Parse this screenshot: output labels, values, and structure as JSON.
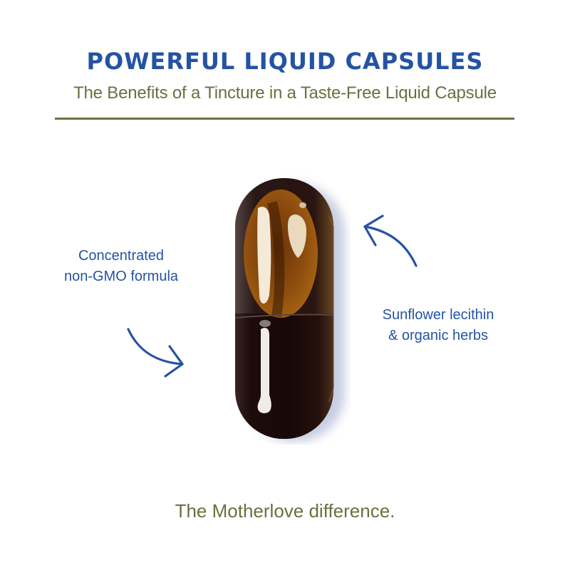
{
  "header": {
    "title": "POWERFUL LIQUID CAPSULES",
    "subtitle": "The Benefits of a Tincture in a Taste-Free Liquid Capsule"
  },
  "callouts": {
    "left": {
      "line1": "Concentrated",
      "line2": "non-GMO formula",
      "arrow_icon": "curved-arrow-right-down-icon"
    },
    "right": {
      "line1": "Sunflower lecithin",
      "line2": "& organic herbs",
      "arrow_icon": "curved-arrow-left-up-icon"
    }
  },
  "product": {
    "image": "liquid-capsule-image"
  },
  "footer": {
    "tagline": "The Motherlove difference."
  },
  "colors": {
    "title_blue": "#2553a3",
    "olive_green": "#6a7040",
    "capsule_dark": "#1e0d0d",
    "capsule_amber": "#8a4a0c",
    "background": "#ffffff"
  }
}
